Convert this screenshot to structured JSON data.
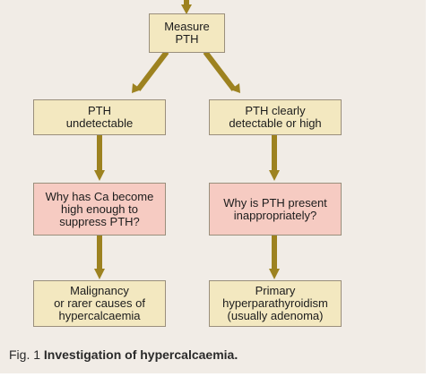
{
  "diagram": {
    "nodes": {
      "measure_pth": "Measure\nPTH",
      "pth_undetectable": "PTH\nundetectable",
      "pth_detectable": "PTH clearly\ndetectable or high",
      "why_ca_high": "Why has Ca become\nhigh  enough to\nsuppress PTH?",
      "why_pth_present": "Why is PTH present\ninappropriately?",
      "malignancy": "Malignancy\nor rarer causes of\nhypercalcaemia",
      "primary_hpt": "Primary\nhyperparathyroidism\n(usually adenoma)"
    },
    "edges": [
      [
        "measure_pth",
        "pth_undetectable"
      ],
      [
        "measure_pth",
        "pth_detectable"
      ],
      [
        "pth_undetectable",
        "why_ca_high"
      ],
      [
        "pth_detectable",
        "why_pth_present"
      ],
      [
        "why_ca_high",
        "malignancy"
      ],
      [
        "why_pth_present",
        "primary_hpt"
      ]
    ]
  },
  "caption": {
    "label": "Fig. 1",
    "title": "Investigation of hypercalcaemia."
  },
  "colors": {
    "arrow": "#9d8220",
    "decision_box": "#f3e8c0",
    "question_box": "#f6cbc2",
    "background": "#f1ece6"
  }
}
